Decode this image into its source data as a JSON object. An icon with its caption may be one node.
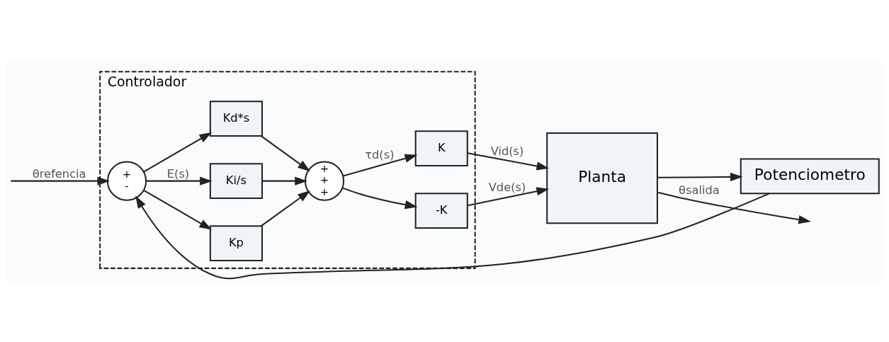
{
  "diagram": {
    "nodes": [
      {
        "text": [
          "Controlador"
        ]
      },
      {
        "text": [
          "+",
          "-"
        ],
        "in": 0
      },
      {
        "text": [
          "Kp"
        ],
        "in": 0
      },
      {
        "text": [
          "Ki/s"
        ],
        "in": 0
      },
      {
        "text": [
          "Kd*s"
        ],
        "in": 0
      },
      {
        "text": [
          "+",
          "+",
          "+"
        ],
        "in": 0
      },
      {
        "text": [
          "K"
        ],
        "in": 0
      },
      {
        "text": [
          "-K"
        ],
        "in": 0
      },
      {
        "text": [
          "Planta"
        ]
      },
      {
        "text": [
          "Potenciometro"
        ]
      }
    ],
    "edges": [
      {
        "from": null,
        "to": 1,
        "arrow": "to",
        "label": "θrefencia"
      },
      {
        "from": 1,
        "to": 2,
        "arrow": "to"
      },
      {
        "from": 1,
        "to": 3,
        "arrow": "to",
        "label": "E(s)"
      },
      {
        "from": 1,
        "to": 4,
        "arrow": "to"
      },
      {
        "from": 2,
        "to": 5,
        "arrow": "to"
      },
      {
        "from": 3,
        "to": 5,
        "arrow": "to"
      },
      {
        "from": 4,
        "to": 5,
        "arrow": "to"
      },
      {
        "from": 5,
        "to": 6,
        "arrow": "to",
        "label": "τd(s)"
      },
      {
        "from": 5,
        "to": 7,
        "arrow": "to"
      },
      {
        "from": 6,
        "to": 8,
        "arrow": "to",
        "label": "Vid(s)"
      },
      {
        "from": 7,
        "to": 8,
        "arrow": "to",
        "label": "Vde(s)"
      },
      {
        "from": 8,
        "to": null,
        "arrow": "to",
        "label": "θsalida"
      },
      {
        "from": 8,
        "to": 9,
        "arrow": "to"
      },
      {
        "from": 9,
        "to": 1,
        "arrow": "to"
      }
    ]
  }
}
